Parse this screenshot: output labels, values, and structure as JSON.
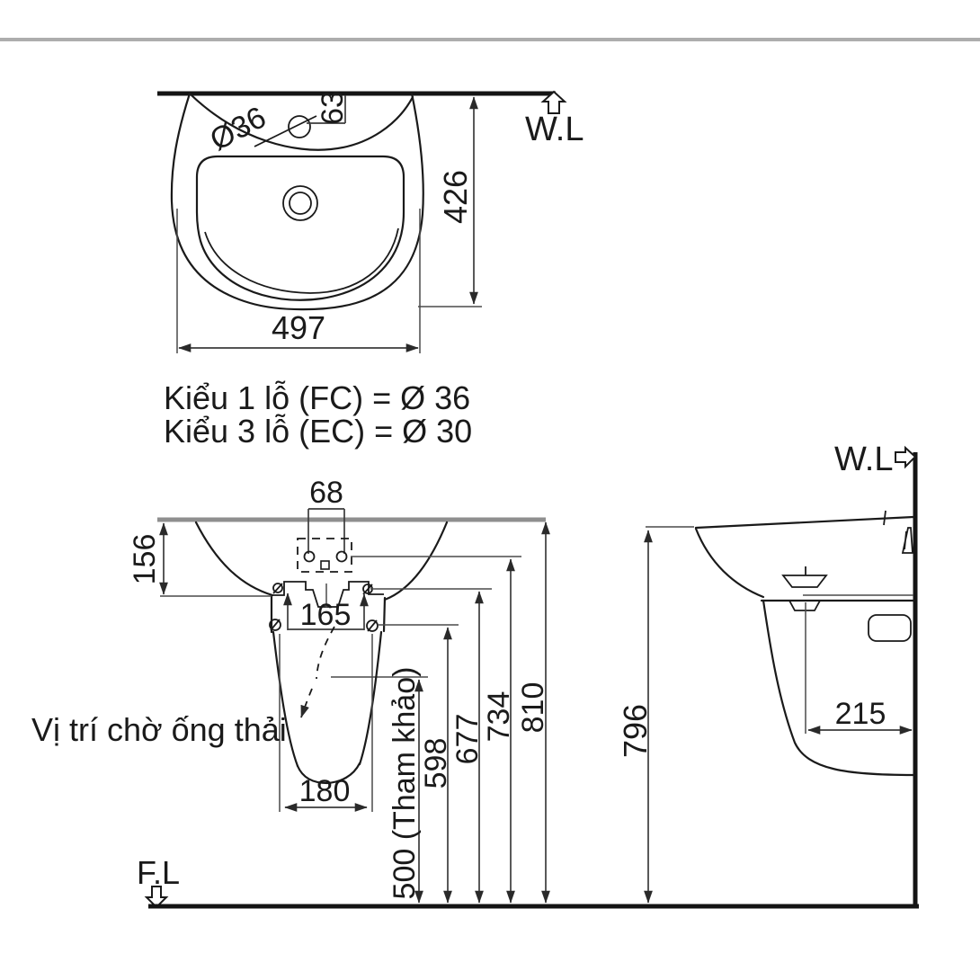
{
  "document": {
    "type": "sanitary-ware installation drawing",
    "views": [
      "top view",
      "front view",
      "side view"
    ]
  },
  "top_view": {
    "water_line_label": "W.L",
    "faucet_hole_diameter": "Ø36",
    "hole_to_wall_offset": "63",
    "basin_depth": "426",
    "basin_width": "497"
  },
  "notes": {
    "hole_type_line1": "Kiểu 1 lỗ (FC) = Ø 36",
    "hole_type_line2": "Kiểu 3 lỗ (EC) = Ø 30",
    "drain_position_note": "Vị trí chờ ống thải"
  },
  "front_view": {
    "faucet_hole_pitch": "68",
    "rim_band_height": "156",
    "bracket_pitch": "165",
    "pedestal_width": "180",
    "drain_height_ref": "500 (Tham khảo)",
    "height_598": "598",
    "height_677": "677",
    "height_734": "734",
    "rim_height": "810",
    "floor_line_label": "F.L"
  },
  "side_view": {
    "water_line_label": "W.L",
    "drain_to_wall": "215",
    "rim_height_side": "796"
  },
  "colors": {
    "object_line": "#1a1a1a",
    "dimension_line": "#3c3c3c",
    "wall_gray": "#8f8f8f",
    "separator_gray": "#adadad",
    "background": "#ffffff"
  }
}
